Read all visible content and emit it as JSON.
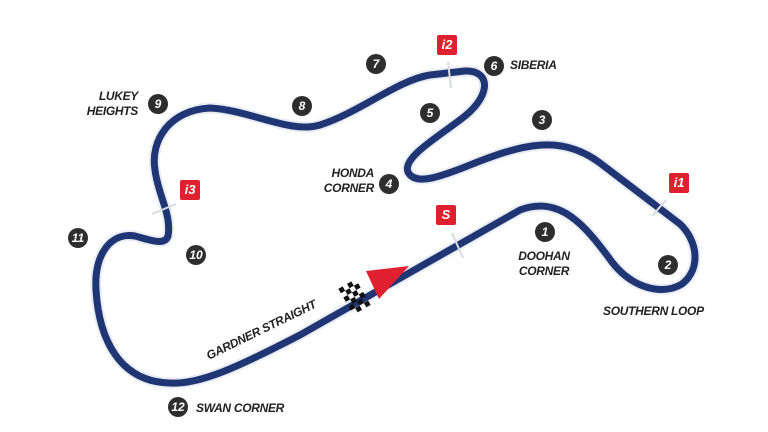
{
  "colors": {
    "track": "#1f3574",
    "marker": "#e0202e",
    "badge": "#2e2e2e"
  },
  "corners": [
    {
      "number": "1",
      "name": "DOOHAN CORNER"
    },
    {
      "number": "2",
      "name": "SOUTHERN LOOP"
    },
    {
      "number": "3"
    },
    {
      "number": "4",
      "name": "HONDA CORNER"
    },
    {
      "number": "5"
    },
    {
      "number": "6",
      "name": "SIBERIA"
    },
    {
      "number": "7"
    },
    {
      "number": "8"
    },
    {
      "number": "9",
      "name": "LUKEY HEIGHTS"
    },
    {
      "number": "10"
    },
    {
      "number": "11"
    },
    {
      "number": "12",
      "name": "SWAN CORNER"
    }
  ],
  "labels": {
    "doohan_1": "DOOHAN",
    "doohan_2": "CORNER",
    "honda_1": "HONDA",
    "honda_2": "CORNER",
    "lukey_1": "LUKEY",
    "lukey_2": "HEIGHTS",
    "straight": "GARDNER STRAIGHT"
  },
  "sectors": {
    "start": "S",
    "i1": "i1",
    "i2": "i2",
    "i3": "i3"
  },
  "icons": {
    "start_finish": "checkered-flag-icon",
    "direction": "direction-arrow-icon"
  }
}
